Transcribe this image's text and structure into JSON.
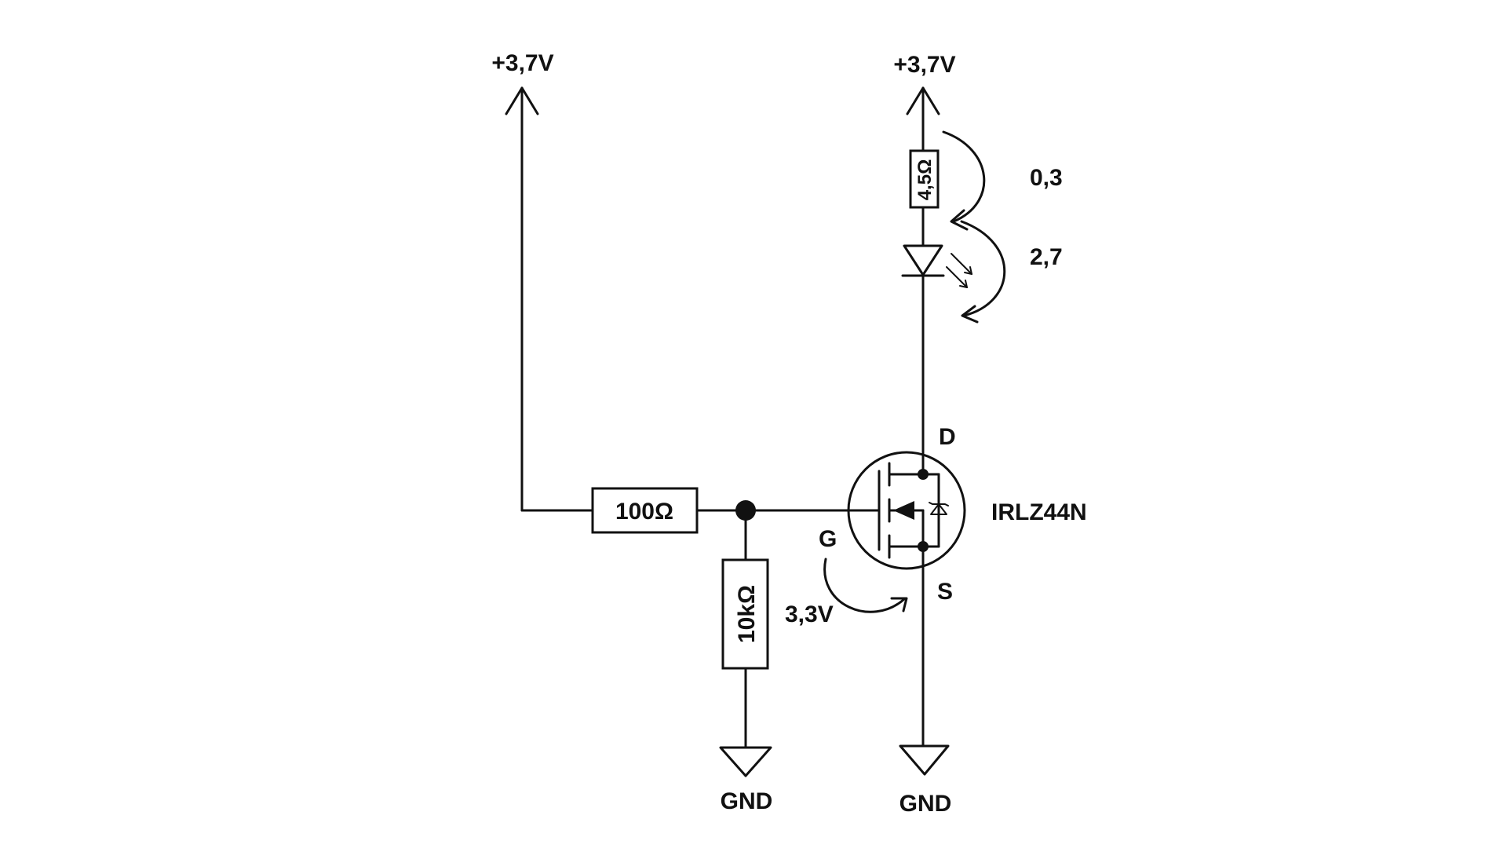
{
  "supply_left": "+3,7V",
  "supply_right": "+3,7V",
  "gnd_left": "GND",
  "gnd_right": "GND",
  "r_series": "4,5Ω",
  "r_gate": "100Ω",
  "r_pulldown": "10kΩ",
  "v_resistor": "0,3",
  "v_led": "2,7",
  "v_gate": "3,3V",
  "pin_drain": "D",
  "pin_source": "S",
  "pin_gate": "G",
  "mosfet": "IRLZ44N"
}
